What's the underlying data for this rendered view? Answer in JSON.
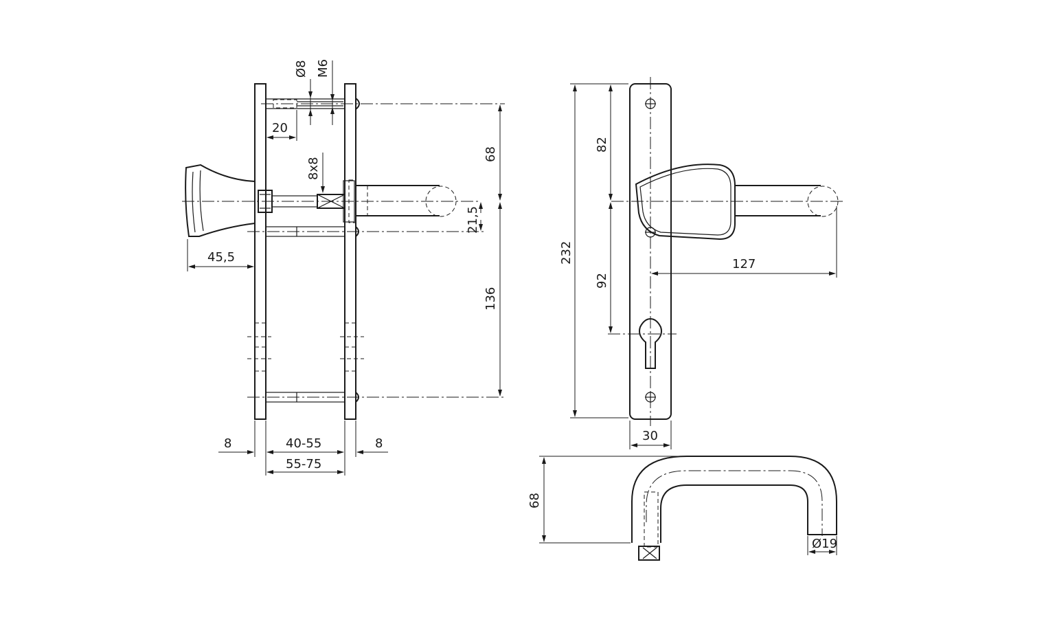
{
  "colors": {
    "line": "#1a1a1a",
    "background": "#ffffff"
  },
  "dimensions": {
    "side_view": {
      "dia_pin": "Ø8",
      "thread": "M6",
      "screw_len": "20",
      "square": "8x8",
      "upper_to_spindle": "68",
      "spindle_offset": "21,5",
      "spindle_to_lower": "136",
      "knob_projection": "45,5",
      "plate_left": "8",
      "door_thickness_a": "40-55",
      "plate_right": "8",
      "door_thickness_b": "55-75"
    },
    "front_view": {
      "plate_length": "232",
      "top_to_spindle": "82",
      "spindle_to_cylinder": "92",
      "lever_length": "127",
      "plate_width": "30"
    },
    "top_view": {
      "lever_projection": "68",
      "lever_dia": "Ø19"
    }
  }
}
